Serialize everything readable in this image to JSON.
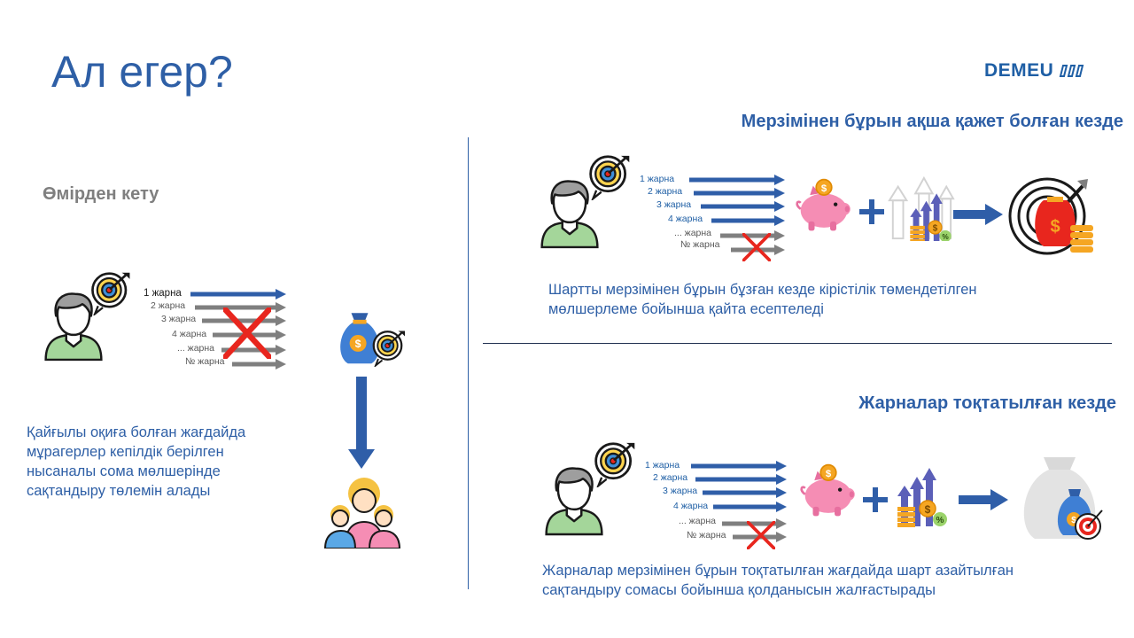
{
  "slide": {
    "title": "Ал егер?",
    "logo_text": "DEMEU",
    "left": {
      "heading": "Өмірден кету",
      "labels": [
        "1 жарна",
        "2 жарна",
        "3 жарна",
        "4 жарна",
        "... жарна",
        "№ жарна"
      ],
      "description": "Қайғылы оқиға болған жағдайда мұрагерлер кепілдік берілген нысаналы сома мөлшерінде сақтандыру төлемін алады"
    },
    "top_right": {
      "heading": "Мерзімінен бұрын ақша қажет болған кезде",
      "labels": [
        "1 жарна",
        "2 жарна",
        "3 жарна",
        "4 жарна",
        "... жарна",
        "№ жарна"
      ],
      "description": "Шартты мерзімінен бұрын бұзған кезде кірістілік төмендетілген мөлшерлеме бойынша қайта есептеледі"
    },
    "bottom_right": {
      "heading": "Жарналар тоқтатылған кезде",
      "labels": [
        "1 жарна",
        "2 жарна",
        "3 жарна",
        "4 жарна",
        "... жарна",
        "№ жарна"
      ],
      "description": "Жарналар мерзімінен бұрын тоқтатылған жағдайда шарт азайтылған сақтандыру сомасы бойынша қолданысын жалғастырады"
    },
    "colors": {
      "accent_blue": "#2e5fa6",
      "arrow_blue": "#2f5ea8",
      "arrow_gray": "#7f7f7f",
      "cross_red": "#e8261e",
      "piggy_pink": "#f58db4",
      "coin_gold": "#f5a623",
      "shirt_green": "#a4d69a",
      "heading_gray": "#7f7f7f"
    },
    "icons": [
      "person-icon",
      "target-icon",
      "money-bag-icon",
      "family-icon",
      "piggy-bank-icon",
      "plus-icon",
      "growth-coins-icon",
      "target-money-icon",
      "faded-money-bag-icon",
      "cross-icon",
      "arrow-icon"
    ]
  }
}
